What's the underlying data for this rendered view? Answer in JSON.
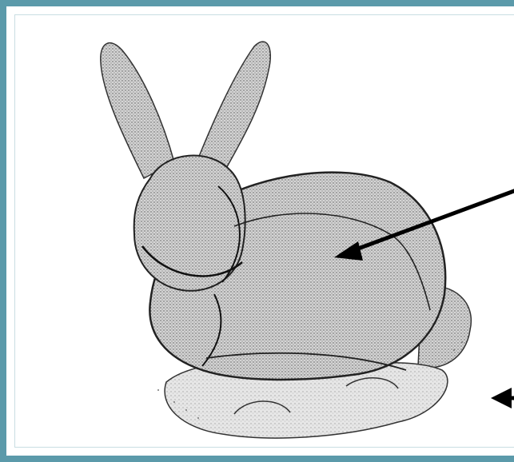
{
  "figure": {
    "subject": "stanford-bunny-point-cloud",
    "colors": {
      "frame": "#5b9aaa",
      "background": "#ffffff",
      "points_fill": "#bdbdbd",
      "contour": "#1a1a1a",
      "arrow": "#000000"
    },
    "arrows": [
      {
        "name": "arrow-to-body",
        "points_to": "bunny-body"
      },
      {
        "name": "arrow-to-ground",
        "points_to": "background-right"
      }
    ]
  }
}
